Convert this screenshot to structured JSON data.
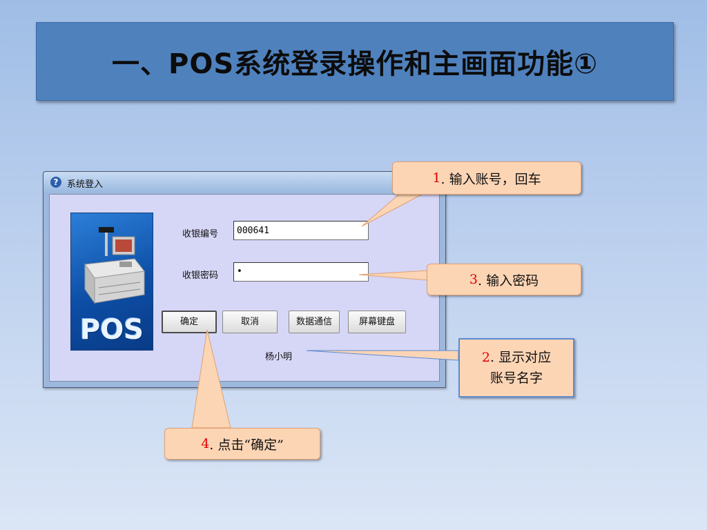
{
  "slide": {
    "title": "一、POS系统登录操作和主画面功能①"
  },
  "window": {
    "title": "系统登入",
    "help_icon": "question-icon",
    "logo_text": "POS",
    "fields": {
      "cashier_id_label": "收银编号",
      "cashier_id_value": "000641",
      "password_label": "收银密码",
      "password_value": "•"
    },
    "buttons": {
      "confirm": "确定",
      "cancel": "取消",
      "data_comm": "数据通信",
      "screen_keyboard": "屏幕键盘"
    },
    "user_name": "杨小明"
  },
  "callouts": {
    "c1": {
      "num": "1",
      "text": ". 输入账号，回车"
    },
    "c2": {
      "num": "2",
      "text": ". 显示对应",
      "text2": "账号名字"
    },
    "c3": {
      "num": "3",
      "text": ". 输入密码"
    },
    "c4": {
      "num": "4",
      "text": ". 点击“确定”"
    }
  },
  "colors": {
    "banner": "#4f81bd",
    "callout_fill": "#fcd5b5",
    "callout_number": "#e00000"
  }
}
